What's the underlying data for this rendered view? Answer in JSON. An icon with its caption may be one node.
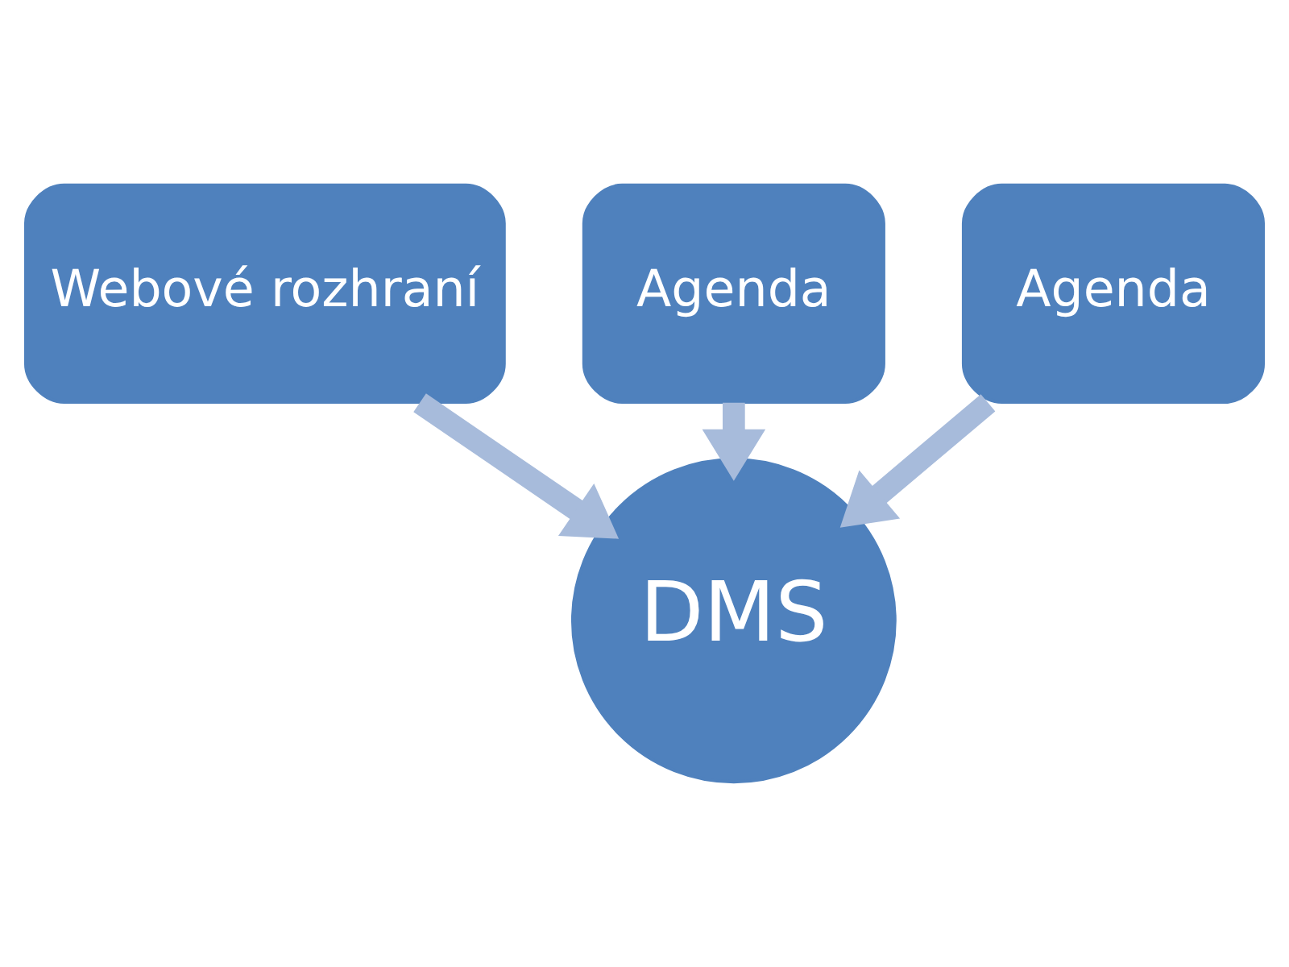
{
  "diagram": {
    "nodes": [
      {
        "text": [
          "Webové rozhraní"
        ]
      },
      {
        "text": [
          "Agenda"
        ]
      },
      {
        "text": [
          "Agenda"
        ]
      },
      {
        "text": [
          "DMS"
        ]
      }
    ],
    "edges": [
      {
        "from": 0,
        "to": 3,
        "arrow": "to"
      },
      {
        "from": 1,
        "to": 3,
        "arrow": "to"
      },
      {
        "from": 2,
        "to": 3,
        "arrow": "to"
      }
    ]
  }
}
